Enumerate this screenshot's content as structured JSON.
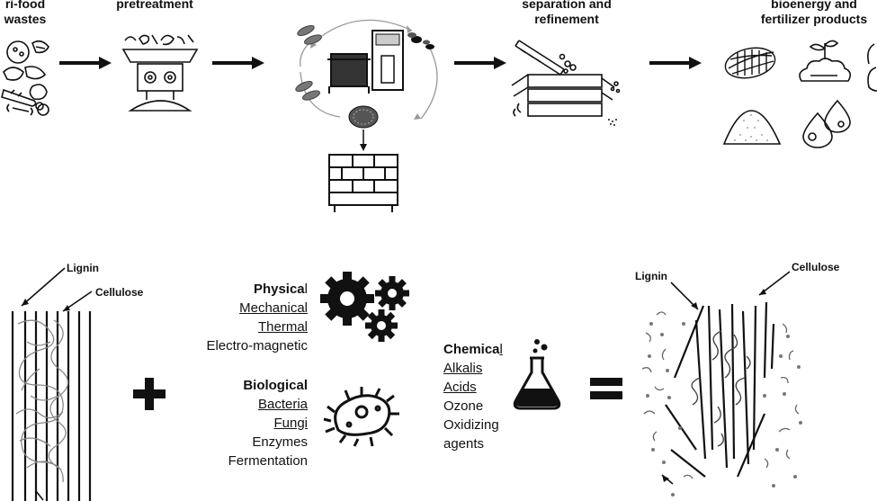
{
  "process": {
    "step1_line1": "ri-food",
    "step1_line2": "wastes",
    "step2": "pretreatment",
    "step4_line1": "separation and",
    "step4_line2": "refinement",
    "step5_line1": "bioenergy and",
    "step5_line2": "fertilizer products"
  },
  "pretreatment": {
    "physical": {
      "title_bold": "Physica",
      "title_rest": "l",
      "items": [
        "Mechanical",
        "Thermal",
        "Electro-magnetic"
      ]
    },
    "biological": {
      "title": "Biological",
      "items": [
        "Bacteria",
        "Fungi",
        "Enzymes",
        "Fermentation"
      ]
    },
    "chemical": {
      "title_bold": "Chemica",
      "title_rest": "l",
      "items": [
        "Alkalis",
        "Acids",
        "Ozone",
        "Oxidizing",
        "agents"
      ]
    }
  },
  "structure_left": {
    "lignin": "Lignin",
    "cellulose": "Cellulose"
  },
  "structure_right": {
    "lignin": "Lignin",
    "cellulose": "Cellulose"
  },
  "colors": {
    "ink": "#111111",
    "mid": "#777777",
    "light": "#bdbdbd"
  }
}
